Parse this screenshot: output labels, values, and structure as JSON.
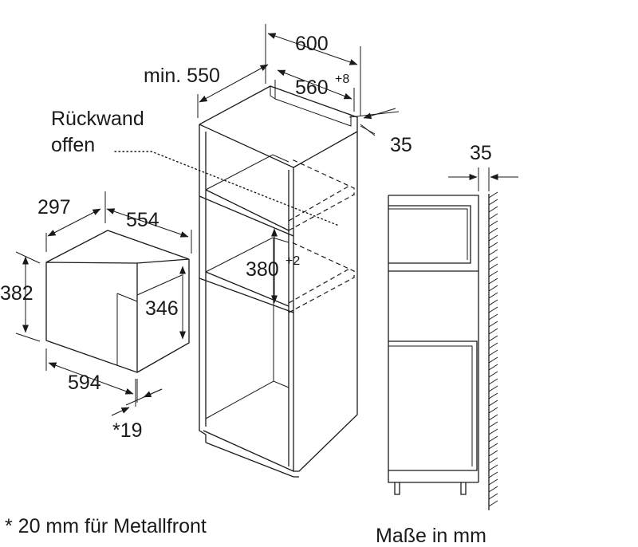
{
  "labels": {
    "depth_min": "min. 550",
    "width_outer": "600",
    "width_inner": "560",
    "width_inner_tol": "+8",
    "rear_gap": "35",
    "rear_gap_side": "35",
    "back_panel": "Rückwand",
    "back_panel_2": "offen",
    "niche_height": "380",
    "niche_height_tol": "+2",
    "device_depth": "297",
    "device_width_top": "554",
    "device_height": "382",
    "device_inner_height": "346",
    "device_width": "594",
    "front_offset": "*19"
  },
  "notes": {
    "footnote": "* 20 mm für Metallfront",
    "units": "Maße in mm"
  }
}
